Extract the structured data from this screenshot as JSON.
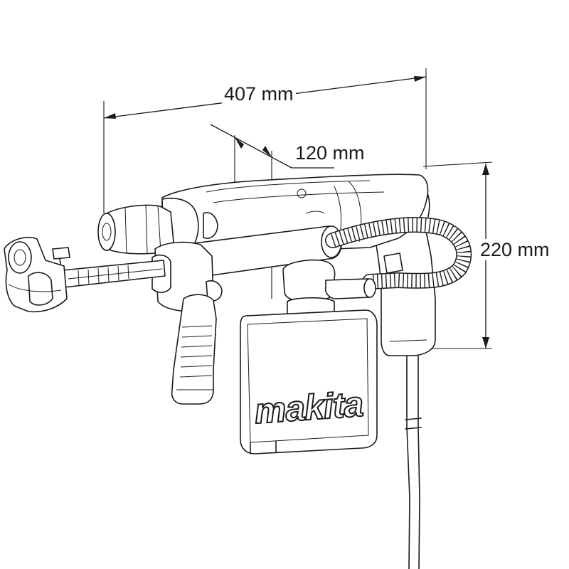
{
  "dimensions": {
    "length": "407 mm",
    "depth": "120 mm",
    "height": "220 mm"
  },
  "logo": {
    "text": "makita"
  }
}
